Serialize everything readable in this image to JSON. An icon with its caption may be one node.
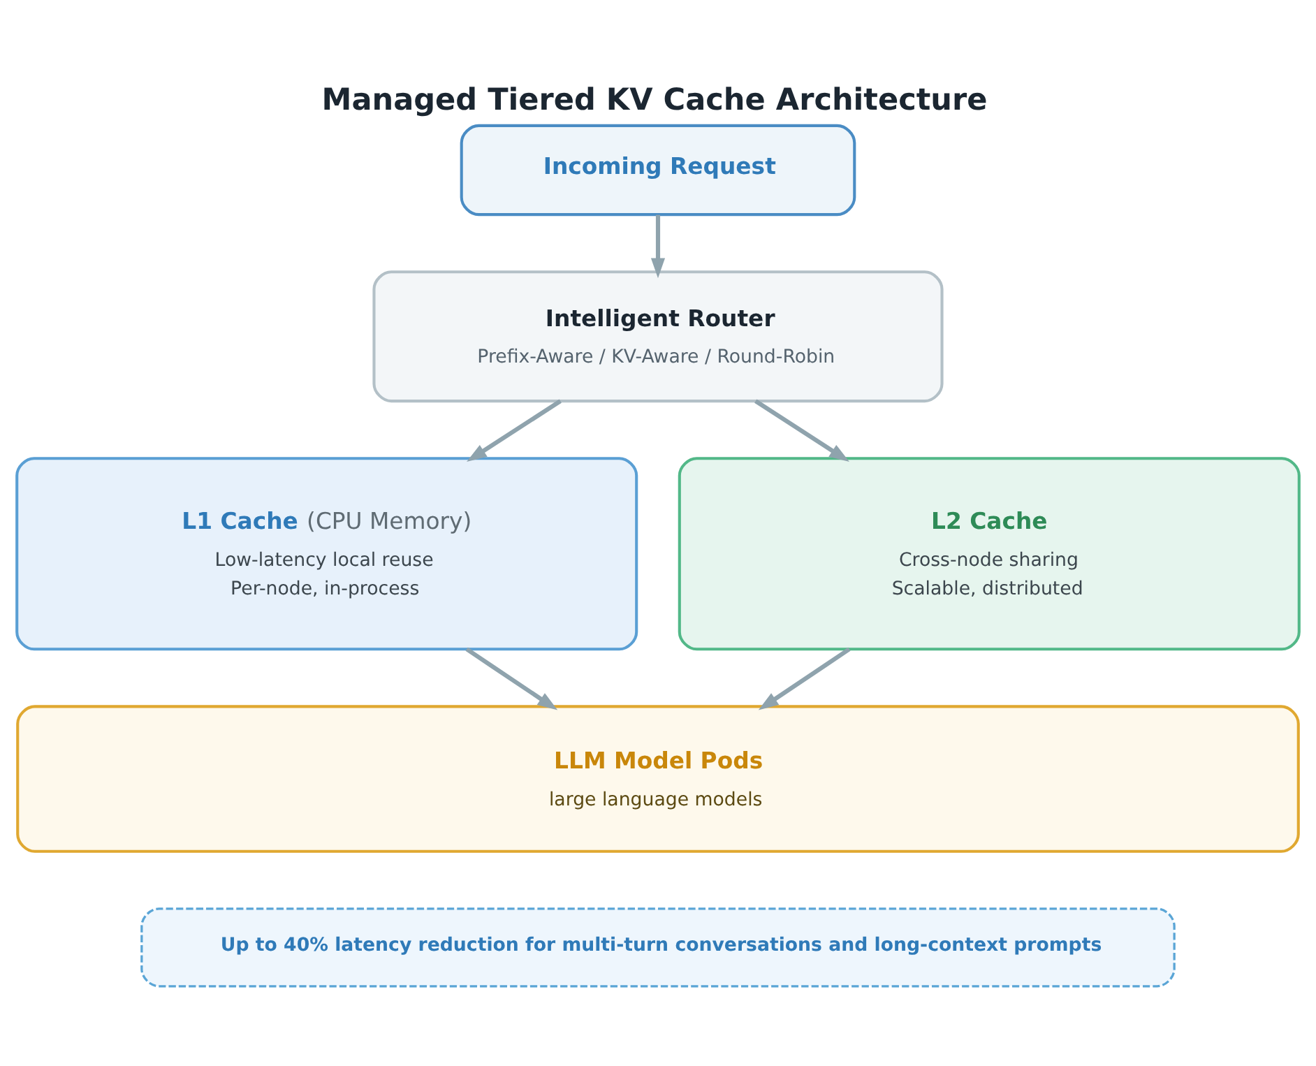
{
  "diagram": {
    "title": "Managed Tiered KV Cache Architecture",
    "nodes": [
      {
        "text": [
          "Incoming Request"
        ]
      },
      {
        "text": [
          "Intelligent Router",
          "Prefix-Aware / KV-Aware / Round-Robin"
        ]
      },
      {
        "text": [
          "**L1 Cache** (CPU Memory)",
          "Low-latency local reuse",
          "Per-node, in-process"
        ]
      },
      {
        "text": [
          "L2 Cache",
          "Cross-node sharing",
          "Scalable, distributed"
        ]
      },
      {
        "text": [
          "LLM Model Pods",
          "large language models"
        ]
      },
      {
        "text": [
          "Up to 40% latency reduction for multi-turn conversations and long-context prompts"
        ]
      }
    ],
    "edges": [
      {
        "from": 0,
        "to": 1,
        "arrow": "to"
      },
      {
        "from": 1,
        "to": 2,
        "arrow": "to"
      },
      {
        "from": 1,
        "to": 3,
        "arrow": "to"
      },
      {
        "from": 2,
        "to": 4,
        "arrow": "to"
      },
      {
        "from": 3,
        "to": 4,
        "arrow": "to"
      }
    ]
  }
}
